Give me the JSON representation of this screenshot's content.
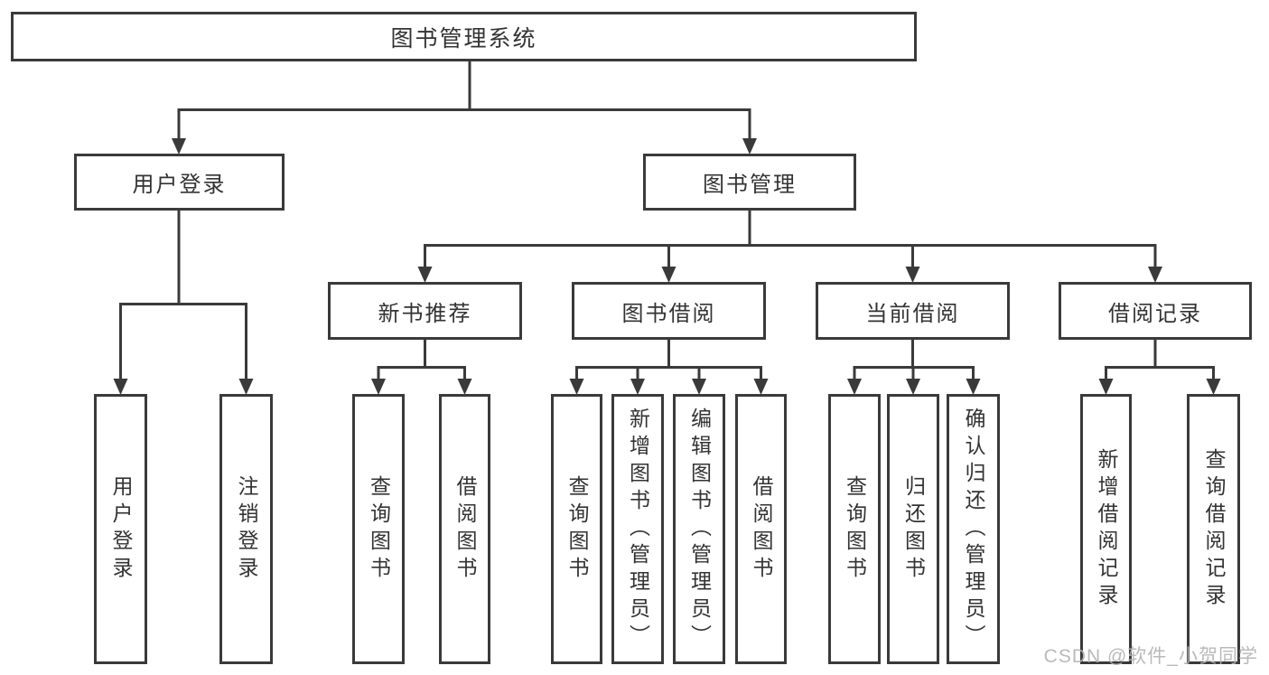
{
  "diagram_title": "图书管理系统",
  "tree": {
    "root": {
      "label": "图书管理系统",
      "children": [
        {
          "label": "用户登录",
          "children": [
            {
              "label": "用户登录"
            },
            {
              "label": "注销登录"
            }
          ]
        },
        {
          "label": "图书管理",
          "children": [
            {
              "label": "新书推荐",
              "children": [
                {
                  "label": "查询图书"
                },
                {
                  "label": "借阅图书"
                }
              ]
            },
            {
              "label": "图书借阅",
              "children": [
                {
                  "label": "查询图书"
                },
                {
                  "label": "新增图书（管理员）"
                },
                {
                  "label": "编辑图书（管理员）"
                },
                {
                  "label": "借阅图书"
                }
              ]
            },
            {
              "label": "当前借阅",
              "children": [
                {
                  "label": "查询图书"
                },
                {
                  "label": "归还图书"
                },
                {
                  "label": "确认归还（管理员）"
                }
              ]
            },
            {
              "label": "借阅记录",
              "children": [
                {
                  "label": "新增借阅记录"
                },
                {
                  "label": "查询借阅记录"
                }
              ]
            }
          ]
        }
      ]
    }
  },
  "watermark": {
    "text": "CSDN @软件_小贺同学"
  },
  "colors": {
    "line": "#3a3a3a",
    "text": "#333333",
    "background": "#ffffff",
    "watermark": "#b3b3b3"
  }
}
